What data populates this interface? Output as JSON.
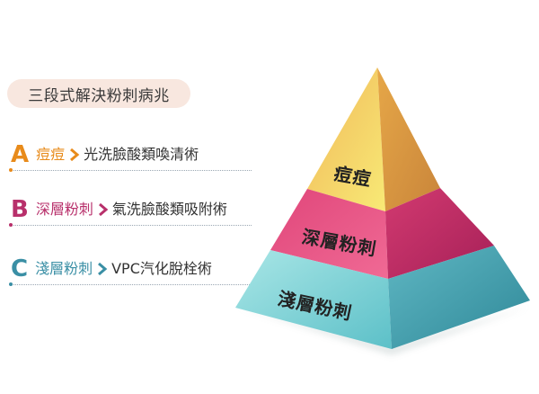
{
  "title": "三段式解決粉刺病兆",
  "items": [
    {
      "letter": "A",
      "level": "痘痘",
      "desc": "光洗臉酸類喚清術",
      "color": "#e88b1b"
    },
    {
      "letter": "B",
      "level": "深層粉刺",
      "desc": "氣洗臉酸類吸附術",
      "color": "#b8306b"
    },
    {
      "letter": "C",
      "level": "淺層粉刺",
      "desc": "VPC汽化脫栓術",
      "color": "#3a8fa5"
    }
  ],
  "pyramid": {
    "top_label": "痘痘",
    "middle_label": "深層粉刺",
    "bottom_label": "淺層粉刺",
    "colors": {
      "top_left": "#f5d566",
      "top_right": "#d9963d",
      "mid_left": "#ec4f84",
      "mid_right": "#b7275e",
      "bot_left": "#7fd4d8",
      "bot_right": "#3f9aaa"
    }
  }
}
